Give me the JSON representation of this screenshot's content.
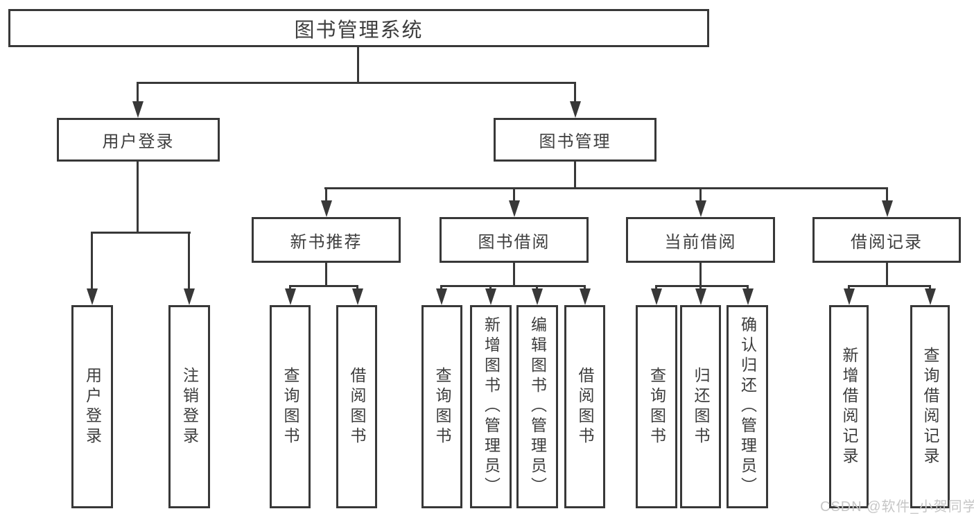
{
  "diagram": {
    "title": "图书管理系统",
    "level2": {
      "user_login": "用户登录",
      "book_mgmt": "图书管理"
    },
    "level3": {
      "new_books": "新书推荐",
      "book_borrow": "图书借阅",
      "current_borrow": "当前借阅",
      "borrow_records": "借阅记录"
    },
    "leaves": [
      "用户登录",
      "注销登录",
      "查询图书",
      "借阅图书",
      "查询图书",
      "新增图书（管理员）",
      "编辑图书（管理员）",
      "借阅图书",
      "查询图书",
      "归还图书",
      "确认归还（管理员）",
      "新增借阅记录",
      "查询借阅记录"
    ],
    "colors": {
      "line": "#383838",
      "text": "#3d3d3d",
      "background": "#ffffff",
      "watermark": "#c6c6c6"
    }
  },
  "watermark": "CSDN @软件_小贺同学"
}
